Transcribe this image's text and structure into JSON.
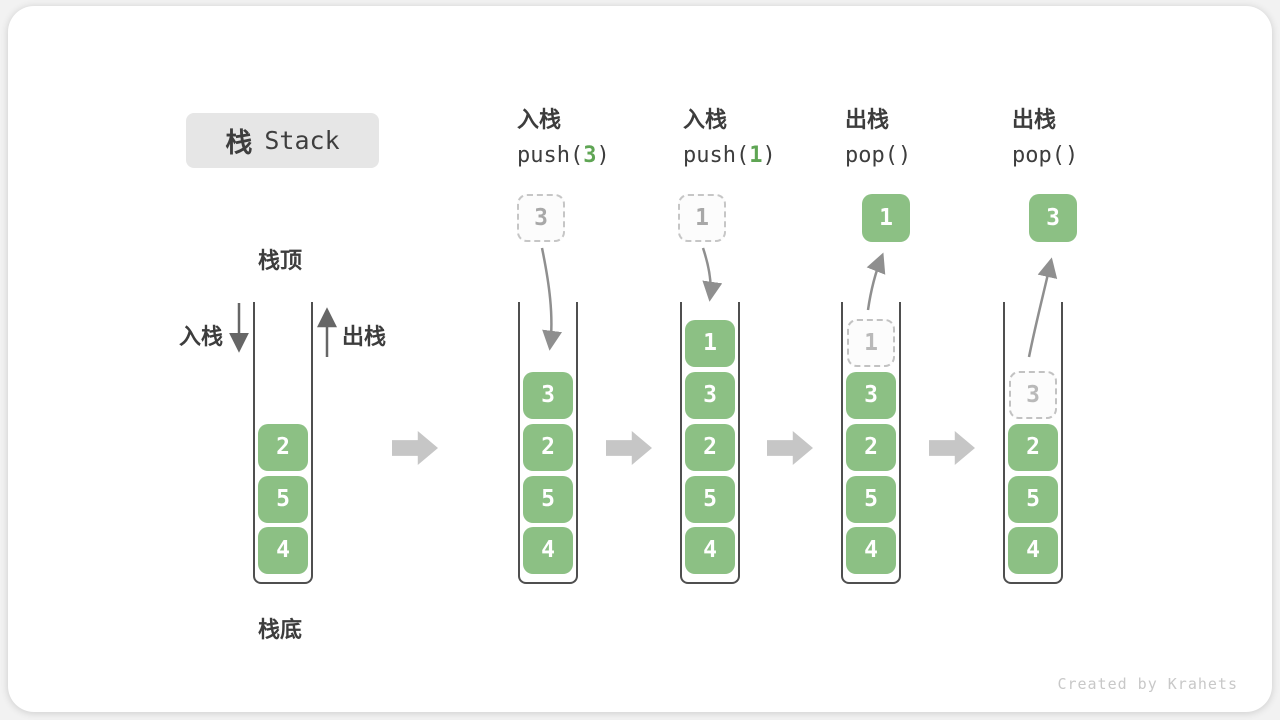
{
  "title": {
    "zh": "栈",
    "en": "Stack"
  },
  "stack_labels": {
    "top": "栈顶",
    "bottom": "栈底",
    "push": "入栈",
    "pop": "出栈"
  },
  "operations": [
    {
      "label": "入栈",
      "code_pre": "push(",
      "arg": "3",
      "code_post": ")"
    },
    {
      "label": "入栈",
      "code_pre": "push(",
      "arg": "1",
      "code_post": ")"
    },
    {
      "label": "出栈",
      "code_pre": "pop(",
      "arg": "",
      "code_post": ")"
    },
    {
      "label": "出栈",
      "code_pre": "pop(",
      "arg": "",
      "code_post": ")"
    }
  ],
  "stacks": [
    {
      "name": "initial",
      "blocks": [
        "2",
        "5",
        "4"
      ],
      "ghost": null,
      "float": null
    },
    {
      "name": "after-push-3",
      "blocks": [
        "3",
        "2",
        "5",
        "4"
      ],
      "ghost": null,
      "float": {
        "style": "dashed",
        "value": "3"
      }
    },
    {
      "name": "after-push-1",
      "blocks": [
        "1",
        "3",
        "2",
        "5",
        "4"
      ],
      "ghost": null,
      "float": {
        "style": "dashed",
        "value": "1"
      }
    },
    {
      "name": "after-pop-1",
      "blocks": [
        "3",
        "2",
        "5",
        "4"
      ],
      "ghost": "1",
      "float": {
        "style": "solid",
        "value": "1"
      }
    },
    {
      "name": "after-pop-3",
      "blocks": [
        "2",
        "5",
        "4"
      ],
      "ghost": "3",
      "float": {
        "style": "solid",
        "value": "3"
      }
    }
  ],
  "watermark": "Created by Krahets",
  "colors": {
    "block_green": "#8cc084",
    "code_arg_green": "#5fa554",
    "text_dark": "#3d3d3d",
    "container_wall": "#4f4f4f",
    "curved_arrow": "#8f8f8f",
    "side_arrow": "#666666",
    "big_arrow": "#c6c6c6",
    "ghost_border": "#c2c2c2",
    "ghost_text": "#b9b9b9",
    "title_bg": "#e6e6e6",
    "watermark_text": "#c8c8c8"
  }
}
